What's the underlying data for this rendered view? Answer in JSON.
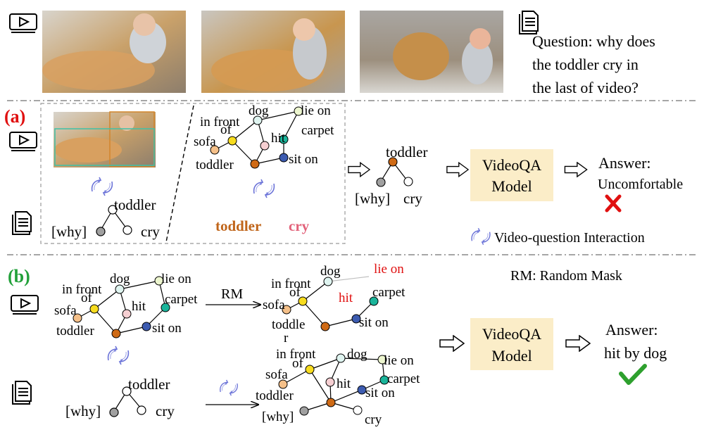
{
  "top": {
    "question_line1": "Question: why does",
    "question_line2": "the toddler cry in",
    "question_line3": "the last of video?"
  },
  "panel_a": {
    "label": "(a)",
    "question_graph": {
      "root": "toddler",
      "left": "[why]",
      "right": "cry"
    },
    "video_graph": {
      "nodes": [
        "dog",
        "lie on",
        "in front",
        "of",
        "sofa",
        "hit",
        "carpet",
        "toddler",
        "sit on"
      ]
    },
    "highlight_toddler": "toddler",
    "highlight_cry": "cry",
    "result_graph": {
      "root": "toddler",
      "left": "[why]",
      "right": "cry"
    },
    "model_line1": "VideoQA",
    "model_line2": "Model",
    "answer_label": "Answer:",
    "answer_text": "Uncomfortable",
    "legend_interaction": "Video-question Interaction"
  },
  "panel_b": {
    "label": "(b)",
    "legend_rm": "RM: Random Mask",
    "rm_arrow_label": "RM",
    "graph_left": {
      "nodes": [
        "dog",
        "lie on",
        "in front",
        "of",
        "sofa",
        "hit",
        "carpet",
        "toddler",
        "sit on"
      ]
    },
    "graph_masked": {
      "nodes": [
        "dog",
        "lie on",
        "in front",
        "of",
        "sofa",
        "hit",
        "carpet",
        "toddle",
        "r",
        "sit on"
      ]
    },
    "question_graph": {
      "root": "toddler",
      "left": "[why]",
      "right": "cry"
    },
    "merged_graph": {
      "nodes": [
        "in front",
        "dog",
        "lie on",
        "of",
        "sofa",
        "carpet",
        "hit",
        "toddler",
        "sit on",
        "[why]",
        "cry"
      ]
    },
    "model_line1": "VideoQA",
    "model_line2": "Model",
    "answer_label": "Answer:",
    "answer_text": "hit by dog"
  },
  "colors": {
    "label_a": "#e01010",
    "label_b": "#22a13a",
    "toddler_highlight": "#c0651a",
    "cry_highlight": "#e2627a",
    "masked_text": "#e01010",
    "model_box": "#fbedc8",
    "cross": "#e01010",
    "check": "#2ea02e",
    "interaction_icon": "#6b73d8"
  }
}
